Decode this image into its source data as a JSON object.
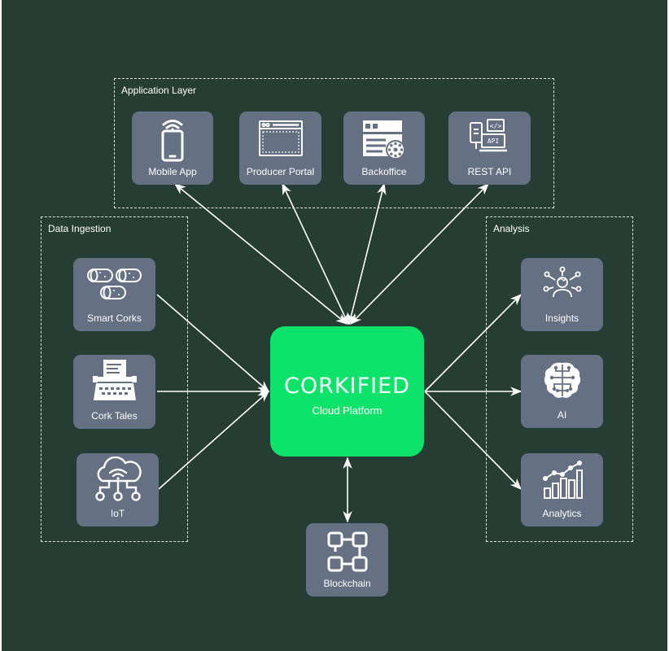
{
  "groups": {
    "application_layer": "Application Layer",
    "data_ingestion": "Data Ingestion",
    "analysis": "Analysis"
  },
  "application_nodes": [
    {
      "label": "Mobile App",
      "icon": "mobile-wifi-icon"
    },
    {
      "label": "Producer Portal",
      "icon": "browser-window-icon"
    },
    {
      "label": "Backoffice",
      "icon": "server-gear-icon"
    },
    {
      "label": "REST API",
      "icon": "api-devices-icon"
    }
  ],
  "ingestion_nodes": [
    {
      "label": "Smart Corks",
      "icon": "corks-icon"
    },
    {
      "label": "Cork Tales",
      "icon": "typewriter-icon"
    },
    {
      "label": "IoT",
      "icon": "cloud-network-icon"
    }
  ],
  "analysis_nodes": [
    {
      "label": "Insights",
      "icon": "person-network-icon"
    },
    {
      "label": "AI",
      "icon": "brain-circuit-icon"
    },
    {
      "label": "Analytics",
      "icon": "bar-trend-icon"
    }
  ],
  "platform": {
    "logo": "CORKIFIED",
    "subtitle": "Cloud Platform"
  },
  "blockchain": {
    "label": "Blockchain",
    "icon": "chain-links-icon"
  },
  "colors": {
    "background": "#253d32",
    "node": "#657082",
    "platform": "#0de26a",
    "lines": "#ffffff"
  }
}
